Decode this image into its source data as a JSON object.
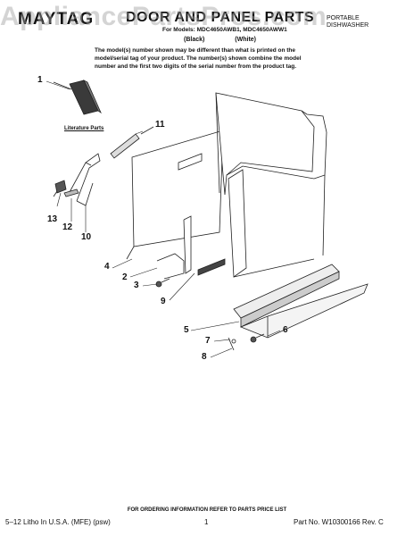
{
  "watermark": "AppliancePartsPros.com",
  "brand": "MAYTAG",
  "title": "DOOR AND PANEL PARTS",
  "subtitle": "For Models: MDC4650AWB1, MDC4650AWW1",
  "product_type": [
    "PORTABLE",
    "DISHWASHER"
  ],
  "variants": [
    "(Black)",
    "(White)"
  ],
  "note": "The model(s) number shown may be different than what is printed on the model/serial tag of your product. The number(s) shown combine the model number and the first two digits of the serial number from the product tag.",
  "literature_label": "Literature Parts",
  "callouts": [
    "1",
    "2",
    "3",
    "4",
    "5",
    "6",
    "7",
    "8",
    "9",
    "10",
    "11",
    "12",
    "13"
  ],
  "footer": {
    "ordering_note": "FOR ORDERING INFORMATION REFER TO PARTS PRICE LIST",
    "litho": "5–12 Litho In U.S.A. (MFE) (psw)",
    "page": "1",
    "part_no": "Part No. W10300166 Rev. C"
  }
}
